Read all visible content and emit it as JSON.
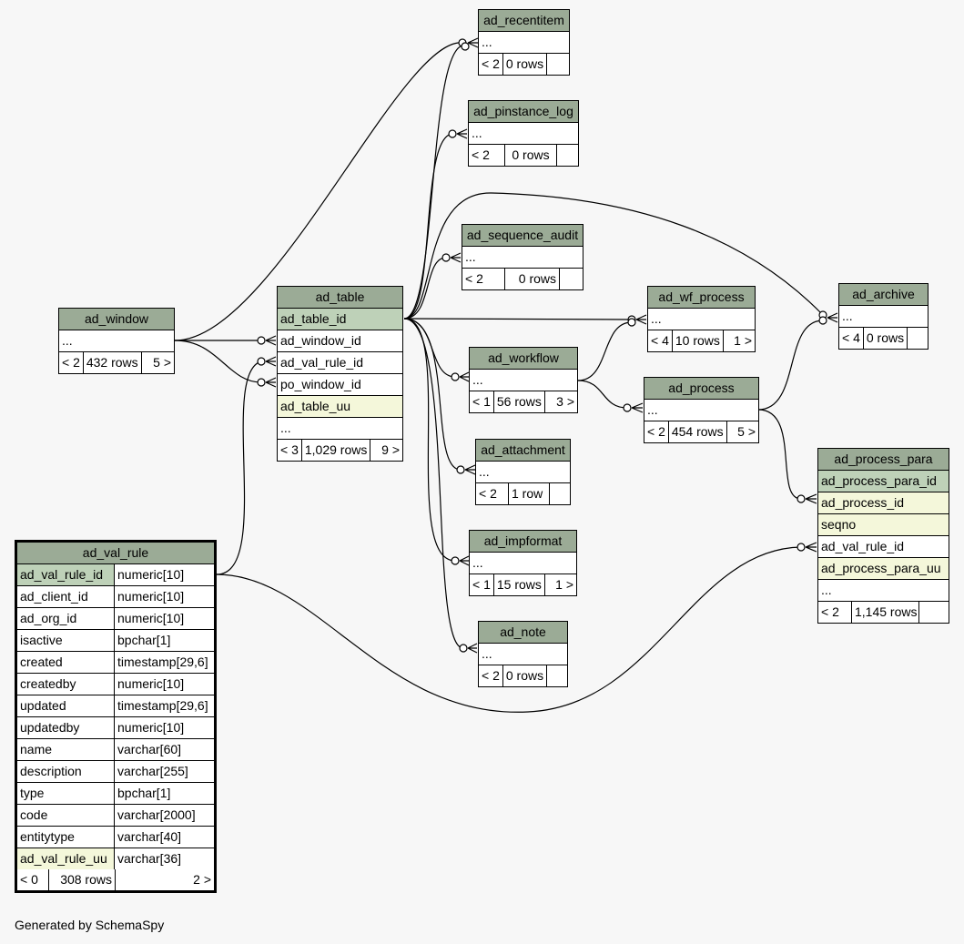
{
  "footer": "Generated by SchemaSpy",
  "tables": {
    "ad_recentitem": {
      "name": "ad_recentitem",
      "more": "...",
      "parents": "< 2",
      "rows": "0 rows",
      "children": ""
    },
    "ad_pinstance_log": {
      "name": "ad_pinstance_log",
      "more": "...",
      "parents": "< 2",
      "rows": "0 rows",
      "children": ""
    },
    "ad_sequence_audit": {
      "name": "ad_sequence_audit",
      "more": "...",
      "parents": "< 2",
      "rows": "0 rows",
      "children": ""
    },
    "ad_wf_process": {
      "name": "ad_wf_process",
      "more": "...",
      "parents": "< 4",
      "rows": "10 rows",
      "children": "1 >"
    },
    "ad_archive": {
      "name": "ad_archive",
      "more": "...",
      "parents": "< 4",
      "rows": "0 rows",
      "children": ""
    },
    "ad_window": {
      "name": "ad_window",
      "more": "...",
      "parents": "< 2",
      "rows": "432 rows",
      "children": "5 >"
    },
    "ad_workflow": {
      "name": "ad_workflow",
      "more": "...",
      "parents": "< 1",
      "rows": "56 rows",
      "children": "3 >"
    },
    "ad_process": {
      "name": "ad_process",
      "more": "...",
      "parents": "< 2",
      "rows": "454 rows",
      "children": "5 >"
    },
    "ad_attachment": {
      "name": "ad_attachment",
      "more": "...",
      "parents": "< 2",
      "rows": "1 row",
      "children": ""
    },
    "ad_impformat": {
      "name": "ad_impformat",
      "more": "...",
      "parents": "< 1",
      "rows": "15 rows",
      "children": "1 >"
    },
    "ad_note": {
      "name": "ad_note",
      "more": "...",
      "parents": "< 2",
      "rows": "0 rows",
      "children": ""
    },
    "ad_table": {
      "name": "ad_table",
      "columns": [
        "ad_table_id",
        "ad_window_id",
        "ad_val_rule_id",
        "po_window_id",
        "ad_table_uu"
      ],
      "more": "...",
      "parents": "< 3",
      "rows": "1,029 rows",
      "children": "9 >"
    },
    "ad_process_para": {
      "name": "ad_process_para",
      "columns": [
        "ad_process_para_id",
        "ad_process_id",
        "seqno",
        "ad_val_rule_id",
        "ad_process_para_uu"
      ],
      "more": "...",
      "parents": "< 2",
      "rows": "1,145 rows",
      "children": ""
    },
    "ad_val_rule": {
      "name": "ad_val_rule",
      "columns": [
        [
          "ad_val_rule_id",
          "numeric[10]"
        ],
        [
          "ad_client_id",
          "numeric[10]"
        ],
        [
          "ad_org_id",
          "numeric[10]"
        ],
        [
          "isactive",
          "bpchar[1]"
        ],
        [
          "created",
          "timestamp[29,6]"
        ],
        [
          "createdby",
          "numeric[10]"
        ],
        [
          "updated",
          "timestamp[29,6]"
        ],
        [
          "updatedby",
          "numeric[10]"
        ],
        [
          "name",
          "varchar[60]"
        ],
        [
          "description",
          "varchar[255]"
        ],
        [
          "type",
          "bpchar[1]"
        ],
        [
          "code",
          "varchar[2000]"
        ],
        [
          "entitytype",
          "varchar[40]"
        ],
        [
          "ad_val_rule_uu",
          "varchar[36]"
        ]
      ],
      "parents": "< 0",
      "rows": "308 rows",
      "children": "2 >"
    }
  },
  "colors": {
    "header": "#9bab96",
    "primary_key": "#bed1b8",
    "indexed": "#f4f7da",
    "background": "#f7f7f7"
  }
}
